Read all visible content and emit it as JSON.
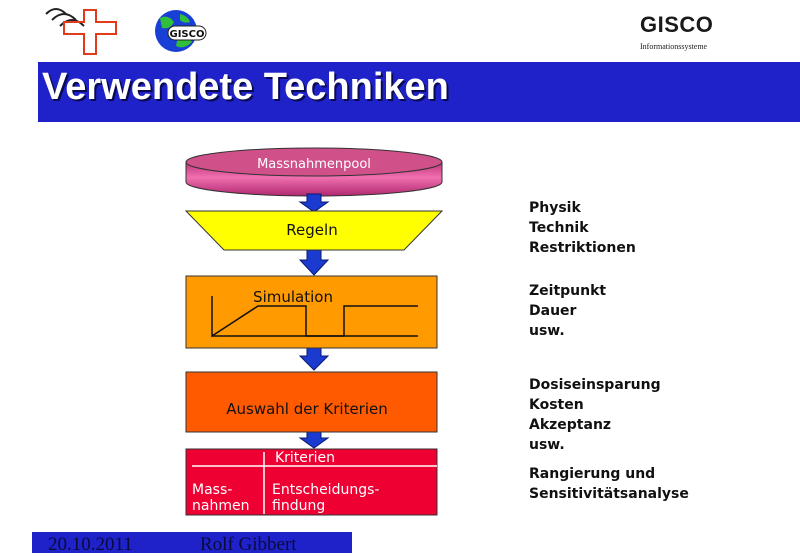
{
  "header": {
    "brand_title": "GISCO",
    "brand_subtitle": "Informationssysteme",
    "globe_logo_text": "GISCO"
  },
  "slide": {
    "title": "Verwendete Techniken"
  },
  "flow": {
    "pool_label": "Massnahmenpool",
    "rules_label": "Regeln",
    "simulation_label": "Simulation",
    "selection_label": "Auswahl der Kriterien",
    "matrix": {
      "header": "Kriterien",
      "row_label_line1": "Mass-",
      "row_label_line2": "nahmen",
      "cell_line1": "Entscheidungs-",
      "cell_line2": "findung"
    }
  },
  "side_notes": [
    [
      "Physik",
      "Technik",
      "Restriktionen"
    ],
    [
      "Zeitpunkt",
      "Dauer",
      "usw."
    ],
    [
      "Dosiseinsparung",
      "Kosten",
      "Akzeptanz",
      "usw."
    ],
    [
      "Rangierung und",
      "Sensitivitätsanalyse"
    ]
  ],
  "footer": {
    "date": "20.10.2011",
    "author": "Rolf Gibbert"
  },
  "colors": {
    "title_bar": "#1e22c8",
    "pool": "#d0508a",
    "rules": "#ffff00",
    "simulation": "#ff9a00",
    "selection": "#ff5a00",
    "matrix": "#ee0033",
    "arrow": "#1a3ad0"
  }
}
